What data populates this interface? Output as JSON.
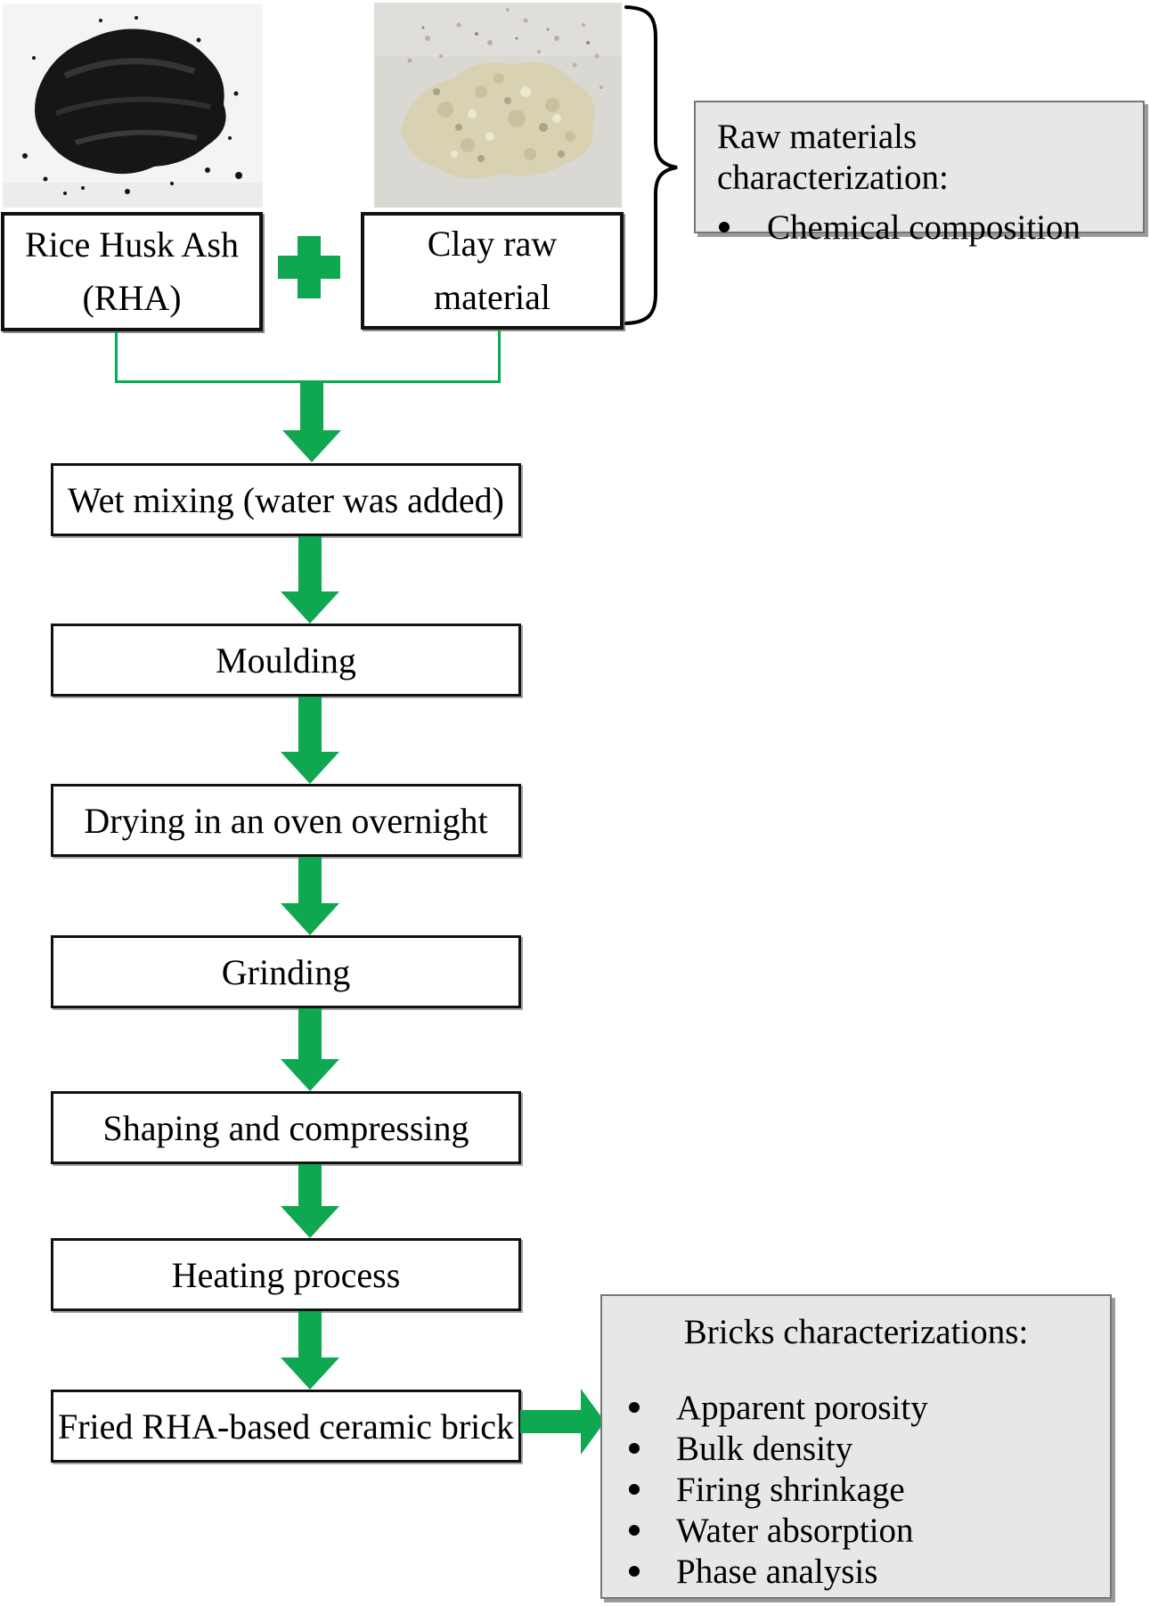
{
  "figure": {
    "description": "Preparation process flow of RHA-based ceramic bricks"
  },
  "raw_materials": {
    "rha": {
      "photo": "black-rice-husk-ash-powder",
      "label_lines": [
        "Rice Husk Ash",
        "(RHA)"
      ]
    },
    "clay": {
      "photo": "beige-clay-raw-material-powder",
      "label_lines": [
        "Clay raw",
        "material"
      ]
    },
    "combiner": "+"
  },
  "raw_characterization": {
    "title": "Raw materials characterization:",
    "bullets": [
      "Chemical composition"
    ]
  },
  "process_steps": [
    "Wet mixing (water was added)",
    "Moulding",
    "Drying in an oven overnight",
    "Grinding",
    "Shaping and compressing",
    "Heating process",
    "Fried RHA-based ceramic brick"
  ],
  "bricks_characterization": {
    "title": "Bricks characterizations:",
    "bullets": [
      "Apparent porosity",
      "Bulk density",
      "Firing shrinkage",
      "Water absorption",
      "Phase analysis"
    ]
  },
  "colors": {
    "arrow_green": "#0FA750",
    "line_green": "#00B050",
    "panel_gray": "#E7E7E7",
    "panel_border_gray": "#767676",
    "box_border_black": "#111111"
  }
}
